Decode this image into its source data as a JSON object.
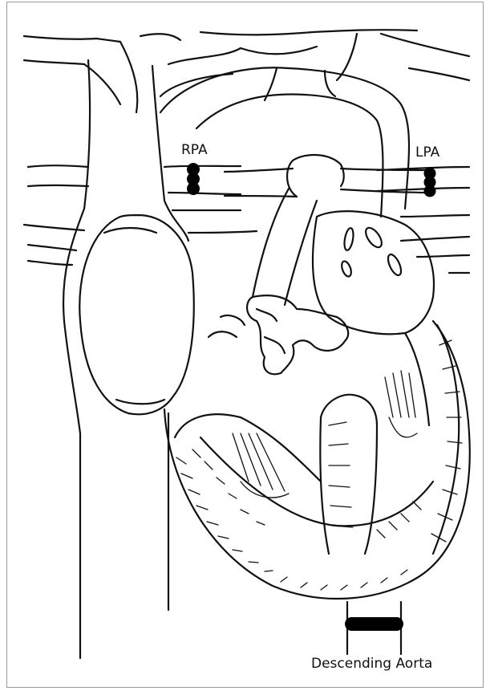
{
  "labels": {
    "rpa": "RPA",
    "lpa": "LPA",
    "descending_aorta": "Descending Aorta"
  },
  "colors": {
    "ink": "#111111",
    "band": "#000000",
    "frame": "#9a9a9a"
  }
}
